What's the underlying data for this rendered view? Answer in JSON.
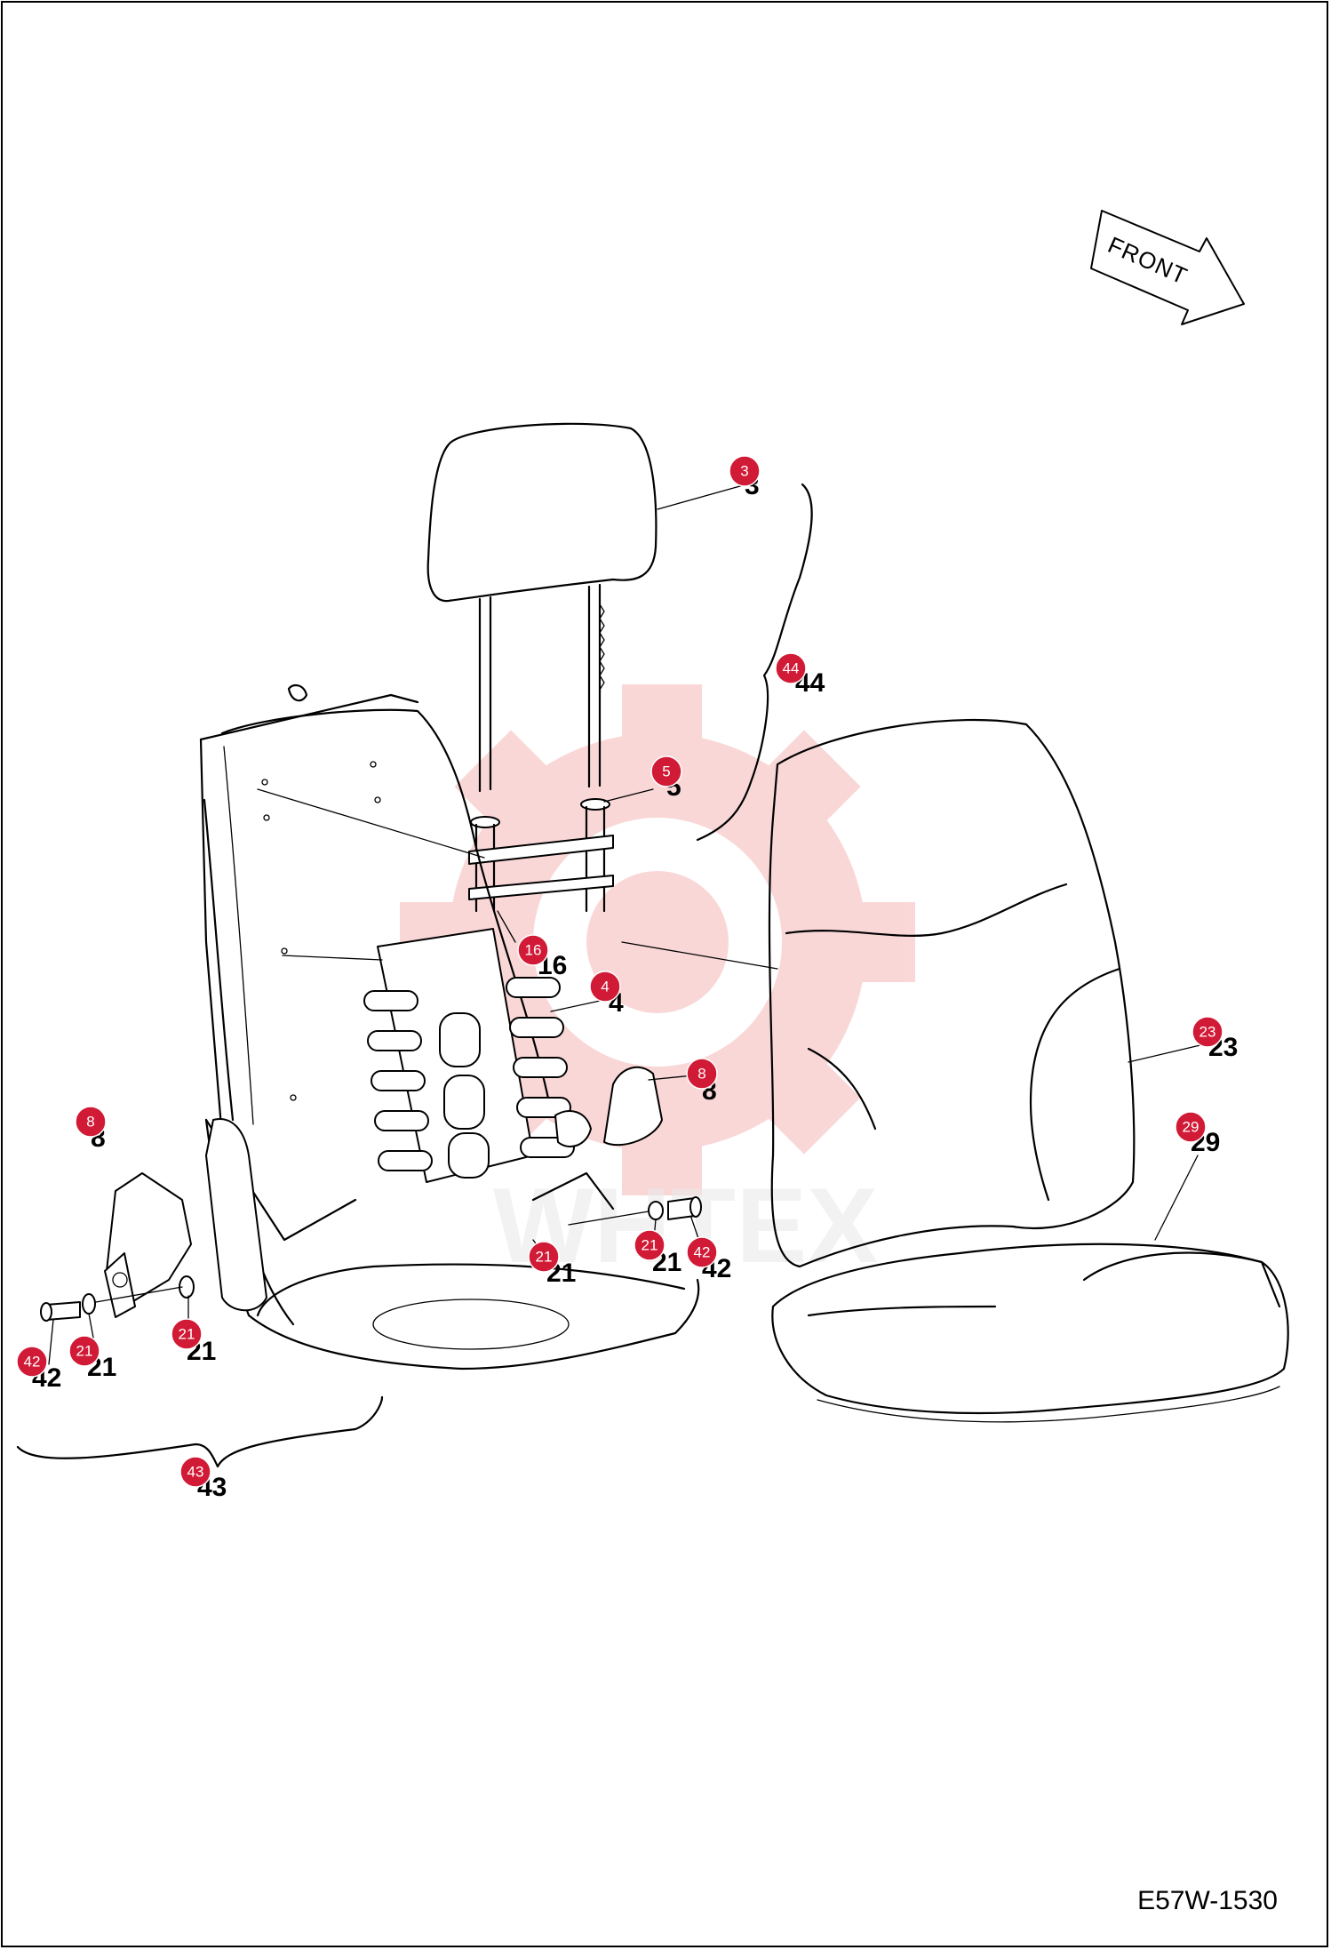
{
  "diagram_code": "E57W-1530",
  "front_label": "FRONT",
  "watermark": "WHTEX",
  "part_labels": {
    "p3": "3",
    "p44": "44",
    "p5": "5",
    "p16": "16",
    "p4": "4",
    "p8a": "8",
    "p8b": "8",
    "p23": "23",
    "p29": "29",
    "p21a": "21",
    "p21b": "21",
    "p42a": "42",
    "p21c": "21",
    "p21d": "21",
    "p42b": "42",
    "p43": "43"
  },
  "badges": {
    "b3": "3",
    "b44": "44",
    "b5": "5",
    "b16": "16",
    "b4": "4",
    "b8a": "8",
    "b8b": "8",
    "b23": "23",
    "b29": "29",
    "b21a": "21",
    "b21b": "21",
    "b42a": "42",
    "b21c": "21",
    "b21d": "21",
    "b42b": "42",
    "b43": "43"
  },
  "colors": {
    "badge": "#d11a36",
    "watermark": "#f5b5b5",
    "line": "#000000"
  }
}
